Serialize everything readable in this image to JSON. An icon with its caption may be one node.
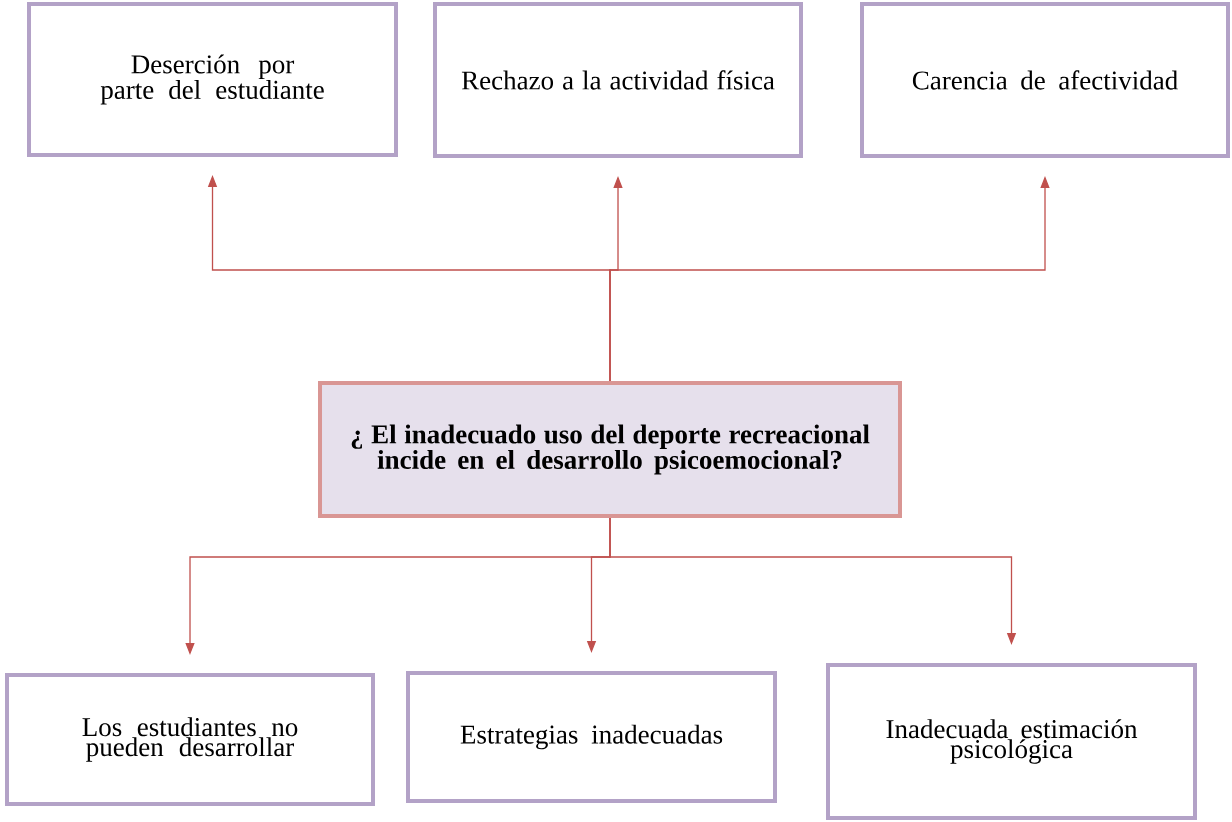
{
  "diagram": {
    "nodes": [
      {
        "text": [
          "Deserción por parte del estudiante"
        ]
      },
      {
        "text": [
          "Rechazo a la actividad física"
        ]
      },
      {
        "text": [
          "Carencia de afectividad"
        ]
      },
      {
        "text": [
          "¿ El inadecuado uso del deporte recreacional incide en el desarrollo psicoemocional?"
        ]
      },
      {
        "text": [
          "Los estudiantes no pueden desarrollar"
        ]
      },
      {
        "text": [
          "Estrategias inadecuadas"
        ]
      },
      {
        "text": [
          "Inadecuada estimación psicológica"
        ]
      }
    ],
    "edges": [
      {
        "from": 3,
        "to": 0,
        "arrow": "to"
      },
      {
        "from": 3,
        "to": 1,
        "arrow": "to"
      },
      {
        "from": 3,
        "to": 2,
        "arrow": "to"
      },
      {
        "from": 3,
        "to": 4,
        "arrow": "to"
      },
      {
        "from": 3,
        "to": 5,
        "arrow": "to"
      },
      {
        "from": 3,
        "to": 6,
        "arrow": "to"
      }
    ]
  }
}
